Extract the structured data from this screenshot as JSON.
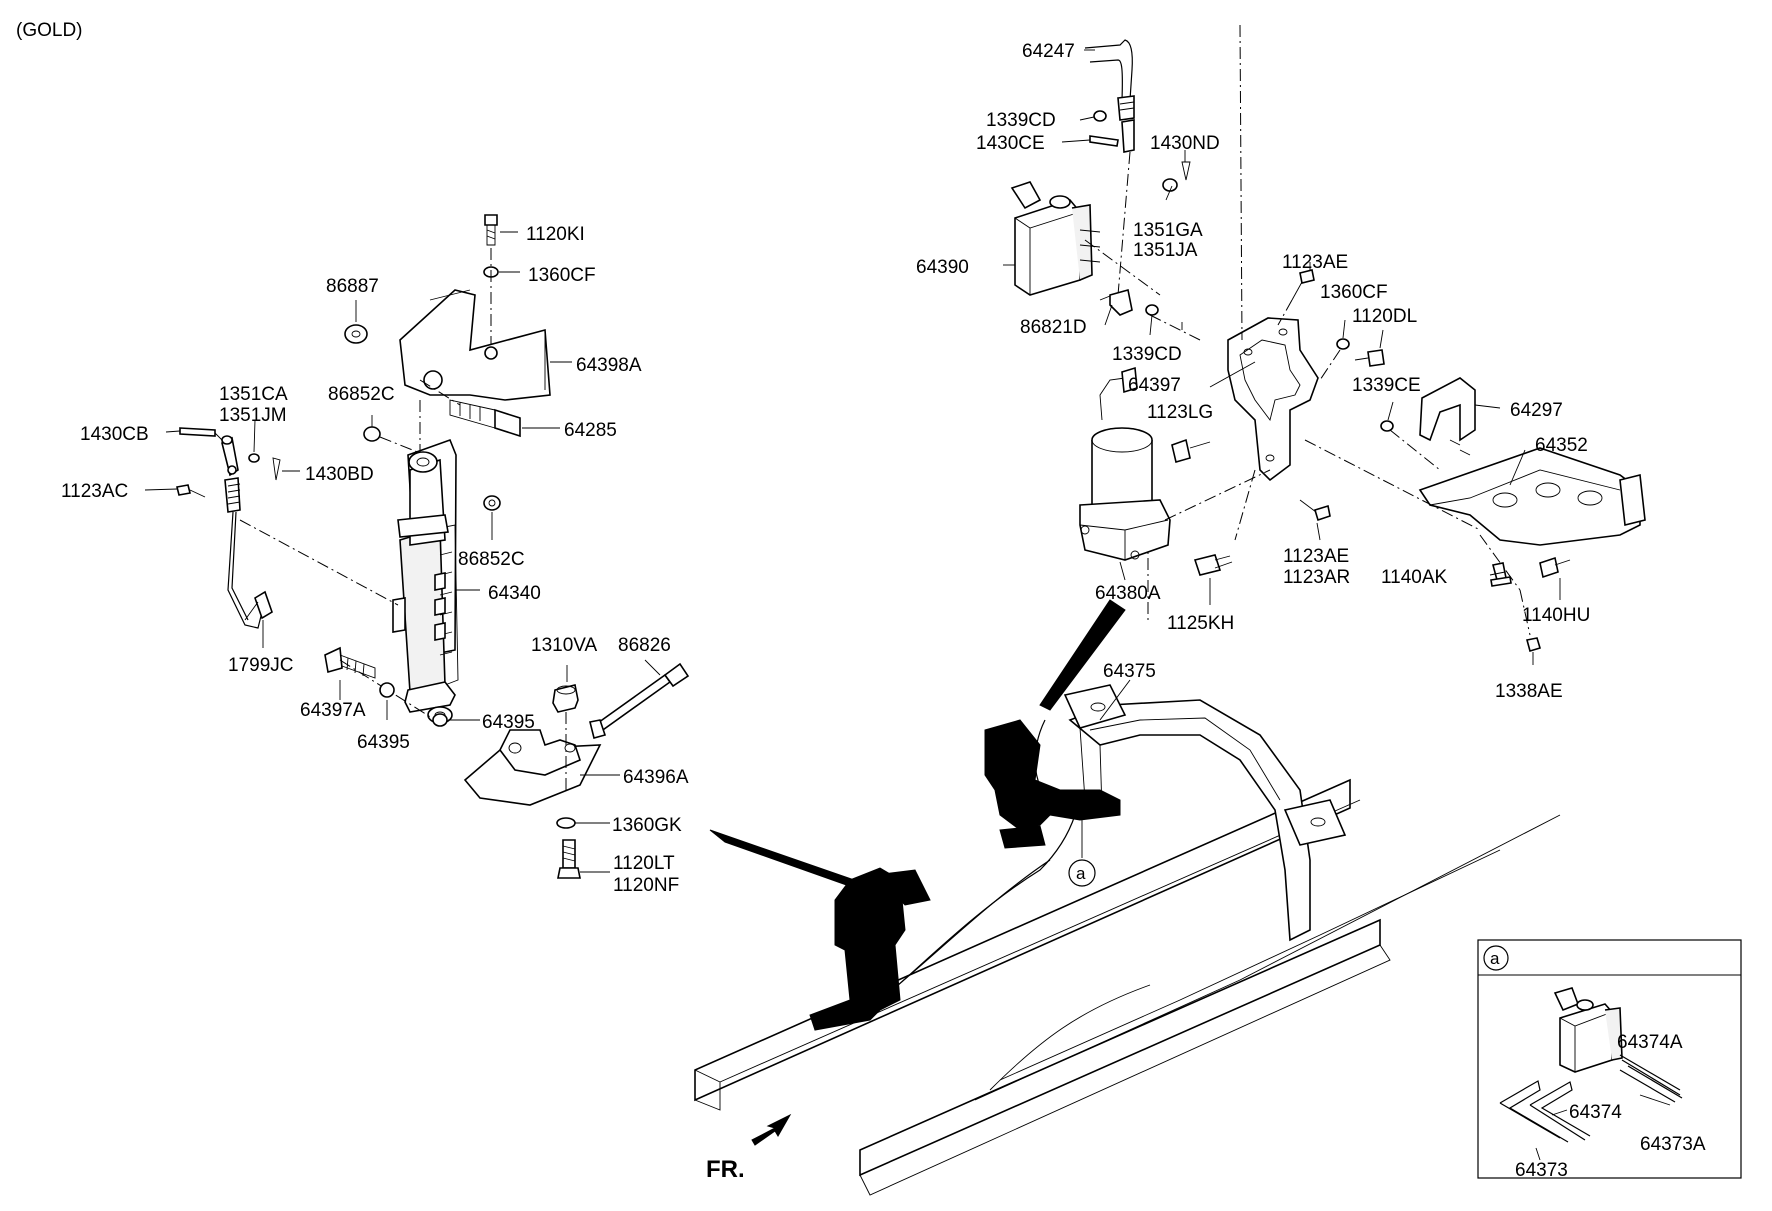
{
  "header": {
    "variant": "(GOLD)"
  },
  "labels": {
    "p64247": "64247",
    "p1339CD_a": "1339CD",
    "p1430CE": "1430CE",
    "p1430ND": "1430ND",
    "p1351GA": "1351GA",
    "p1351JA": "1351JA",
    "p64390": "64390",
    "p86821D": "86821D",
    "p1339CD_b": "1339CD",
    "p1123AE_a": "1123AE",
    "p1360CF_a": "1360CF",
    "p1120DL": "1120DL",
    "p1339CE": "1339CE",
    "p64297": "64297",
    "p64397": "64397",
    "p1123LG": "1123LG",
    "p64352": "64352",
    "p1123AE_b": "1123AE",
    "p1123AR": "1123AR",
    "p1140AK": "1140AK",
    "p64380A": "64380A",
    "p1125KH": "1125KH",
    "p1140HU": "1140HU",
    "p1338AE": "1338AE",
    "p64375": "64375",
    "p1120KI": "1120KI",
    "p1360CF_b": "1360CF",
    "p86887": "86887",
    "p64398A": "64398A",
    "p86852C_a": "86852C",
    "p64285": "64285",
    "p1351CA": "1351CA",
    "p1351JM": "1351JM",
    "p1430CB": "1430CB",
    "p1430BD": "1430BD",
    "p1123AC": "1123AC",
    "p86852C_b": "86852C",
    "p64340": "64340",
    "p1799JC": "1799JC",
    "p1310VA": "1310VA",
    "p86826": "86826",
    "p64397A": "64397A",
    "p64395_a": "64395",
    "p64395_b": "64395",
    "p64396A": "64396A",
    "p1360GK": "1360GK",
    "p1120LT": "1120LT",
    "p1120NF": "1120NF",
    "p64374A": "64374A",
    "p64374": "64374",
    "p64373A": "64373A",
    "p64373": "64373",
    "front": "FR."
  },
  "callouts": {
    "ref_a": "a",
    "inset_a": "a"
  }
}
